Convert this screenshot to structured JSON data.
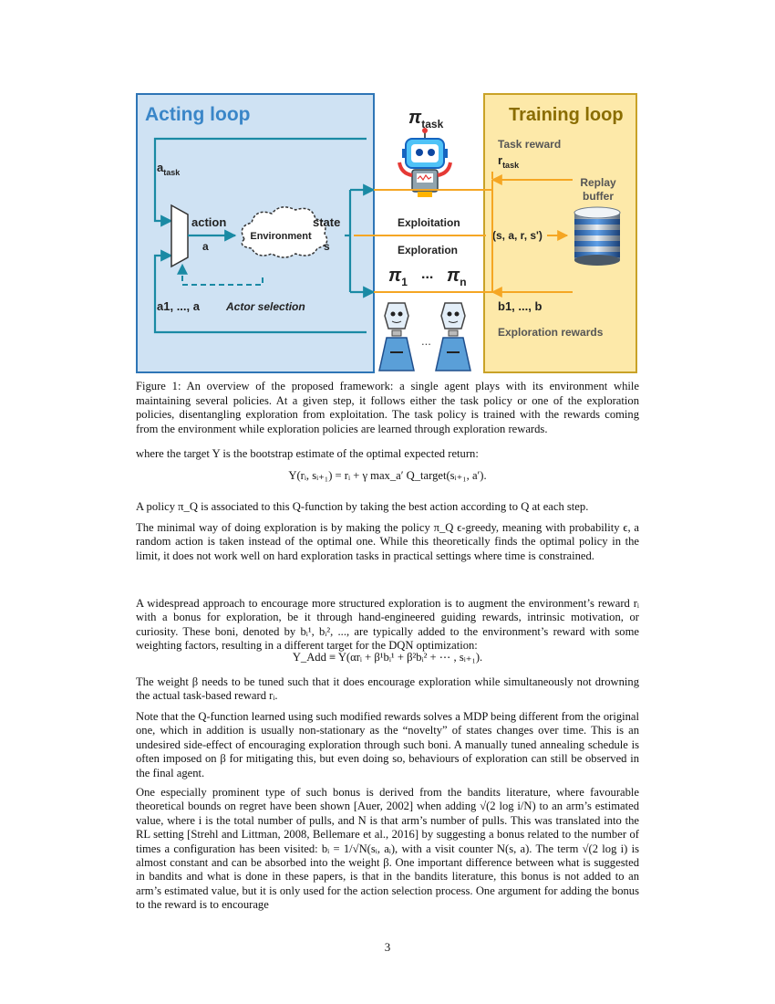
{
  "figure": {
    "acting_title": "Acting loop",
    "training_title": "Training loop",
    "pi_task": "π",
    "pi_task_sub": "task",
    "a_task": "a",
    "a_task_sub": "task",
    "action_label": "action",
    "action_var": "a",
    "environment": "Environment",
    "state_label": "state",
    "state_var": "s",
    "exploitation": "Exploitation",
    "exploration": "Exploration",
    "transition": "(s, a, r, s')",
    "task_reward": "Task reward",
    "r_task": "r",
    "r_task_sub": "task",
    "replay_buffer_1": "Replay",
    "replay_buffer_2": "buffer",
    "pi_1": "π",
    "pi_1_sub": "1",
    "pi_dots": "...",
    "pi_n": "π",
    "pi_n_sub": "n",
    "a_list": "a",
    "a_list_text": "1, ..., a",
    "actor_selection": "Actor selection",
    "b_list": "b",
    "b_list_text": "1, ..., b",
    "exploration_rewards": "Exploration rewards",
    "robot_dots": "...",
    "colors": {
      "acting_bg": "#cfe2f3",
      "acting_border": "#2e75b6",
      "training_bg": "#fde9a9",
      "training_border": "#c9a227",
      "arrow_blue": "#1a8aa4",
      "arrow_orange": "#f5a623"
    }
  },
  "caption": "Figure 1: An overview of the proposed framework: a single agent plays with its environment while maintaining several policies. At a given step, it follows either the task policy or one of the exploration policies, disentangling exploration from exploitation. The task policy is trained with the rewards coming from the environment while exploration policies are learned through exploration rewards.",
  "p1": "where the target Y is the bootstrap estimate of the optimal expected return:",
  "eq1": "Y(rᵢ, sᵢ₊₁) = rᵢ + γ max_a′ Q_target(sᵢ₊₁, a′).",
  "p2": "A policy π_Q is associated to this Q-function by taking the best action according to Q at each step.",
  "p3": "The minimal way of doing exploration is by making the policy π_Q ϵ-greedy, meaning with probability ϵ, a random action is taken instead of the optimal one. While this theoretically finds the optimal policy in the limit, it does not work well on hard exploration tasks in practical settings where time is constrained.",
  "p4": "A widespread approach to encourage more structured exploration is to augment the environment’s reward rᵢ with a bonus for exploration, be it through hand-engineered guiding rewards, intrinsic motivation, or curiosity. These boni, denoted by bᵢ¹, bᵢ², ..., are typically added to the environment’s reward with some weighting factors, resulting in a different target for the DQN optimization:",
  "eq2": "Y_Add ≡ Y(αrᵢ + β¹bᵢ¹ + β²bᵢ² + ⋯ , sᵢ₊₁).",
  "p5": "The weight β needs to be tuned such that it does encourage exploration while simultaneously not drowning the actual task-based reward rᵢ.",
  "p6": "Note that the Q-function learned using such modified rewards solves a MDP being different from the original one, which in addition is usually non-stationary as the “novelty” of states changes over time. This is an undesired side-effect of encouraging exploration through such boni. A manually tuned annealing schedule is often imposed on β for mitigating this, but even doing so, behaviours of exploration can still be observed in the final agent.",
  "p7": "One especially prominent type of such bonus is derived from the bandits literature, where favourable theoretical bounds on regret have been shown [Auer, 2002] when adding √(2 log i/N) to an arm’s estimated value, where i is the total number of pulls, and N is that arm’s number of pulls. This was translated into the RL setting [Strehl and Littman, 2008, Bellemare et al., 2016] by suggesting a bonus related to the number of times a configuration has been visited: bᵢ = 1/√N(sᵢ, aᵢ), with a visit counter N(s, a). The term √(2 log i) is almost constant and can be absorbed into the weight β. One important difference between what is suggested in bandits and what is done in these papers, is that in the bandits literature, this bonus is not added to an arm’s estimated value, but it is only used for the action selection process. One argument for adding the bonus to the reward is to encourage",
  "page_number": "3"
}
